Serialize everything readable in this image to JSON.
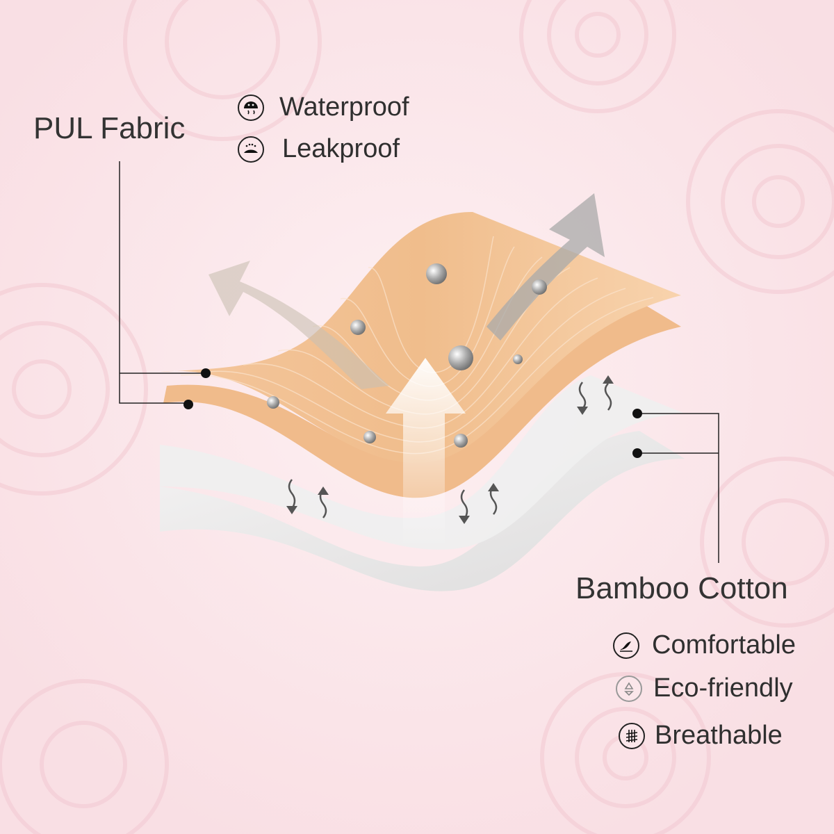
{
  "pul": {
    "title": "PUL Fabric",
    "features": [
      {
        "icon": "waterproof-icon",
        "label": "Waterproof"
      },
      {
        "icon": "leakproof-icon",
        "label": "Leakproof"
      }
    ]
  },
  "bamboo": {
    "title": "Bamboo Cotton",
    "features": [
      {
        "icon": "comfortable-icon",
        "label": "Comfortable"
      },
      {
        "icon": "eco-friendly-icon",
        "label": "Eco-friendly"
      },
      {
        "icon": "breathable-icon",
        "label": "Breathable"
      }
    ]
  },
  "colors": {
    "background": "#fbe6ea",
    "pul_layer": "#f2c193",
    "cotton_layer": "#e9e9e9",
    "line": "#222222"
  }
}
